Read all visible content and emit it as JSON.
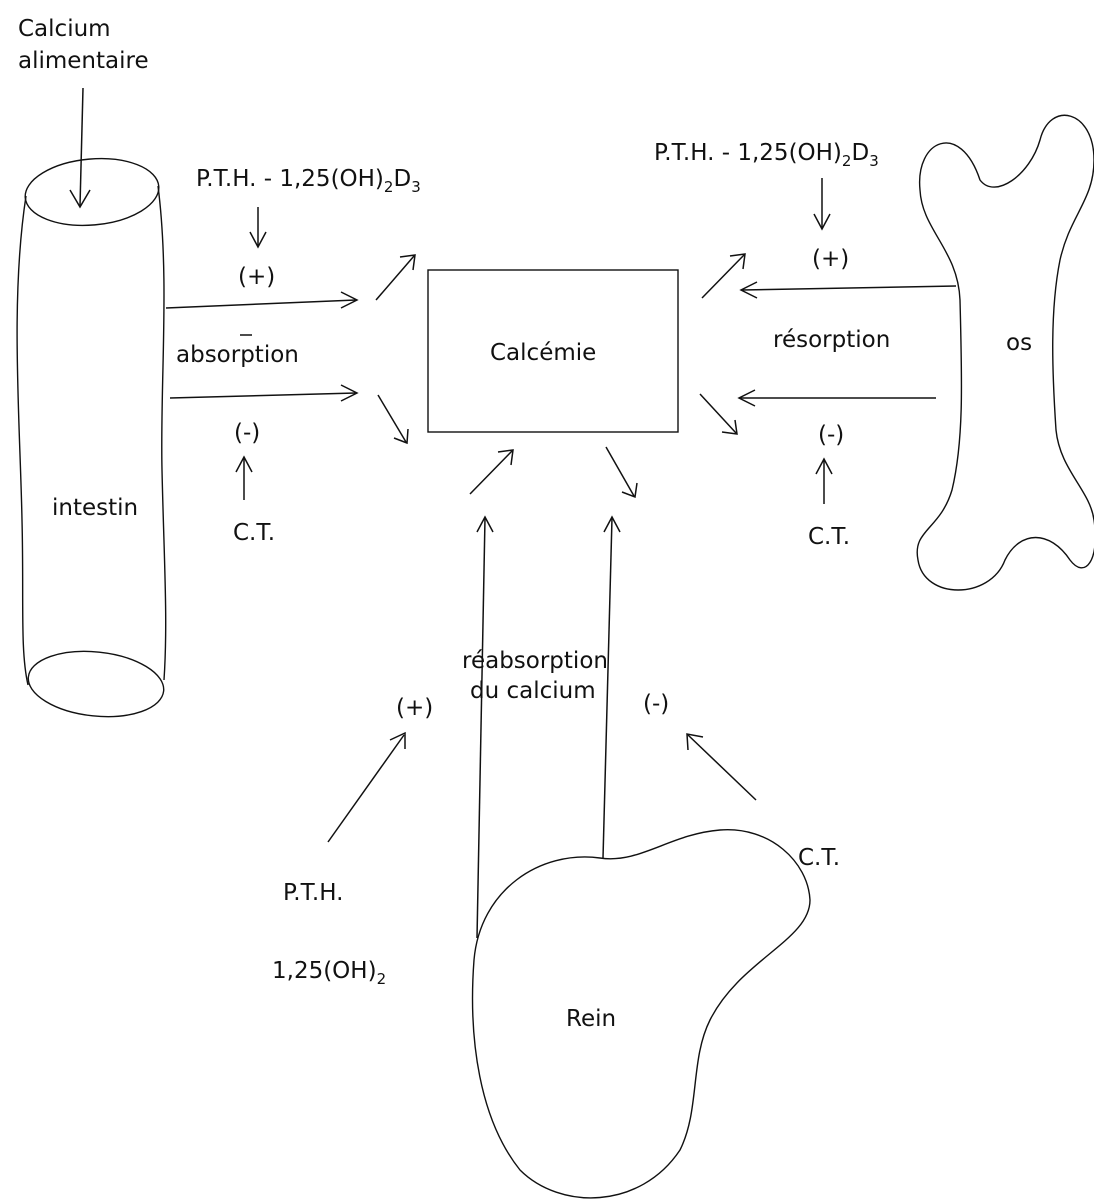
{
  "labels": {
    "calcium_line1": "Calcium",
    "calcium_line2": "alimentaire",
    "pth_intestin": "P.T.H. - 1,25(OH)",
    "pth_intestin_sub1": "2",
    "pth_intestin_d": "D",
    "pth_intestin_sub2": "3",
    "pth_os": "P.T.H. - 1,25(OH)",
    "pth_os_sub1": "2",
    "pth_os_d": "D",
    "pth_os_sub2": "3",
    "plus_intestin": "(+)",
    "minus_intestin": "(-)",
    "absorption": "absorption",
    "ct_intestin": "C.T.",
    "intestin": "intestin",
    "calcemie": "Calcémie",
    "plus_os": "(+)",
    "resorption": "résorption",
    "os": "os",
    "minus_os": "(-)",
    "ct_os": "C.T.",
    "reabsorption_line1": "réabsorption",
    "reabsorption_line2": "du calcium",
    "plus_rein": "(+)",
    "minus_rein": "(-)",
    "ct_rein": "C.T.",
    "pth_rein": "P.T.H.",
    "vitd_rein": "1,25(OH)",
    "vitd_rein_sub": "2",
    "rein": "Rein"
  }
}
